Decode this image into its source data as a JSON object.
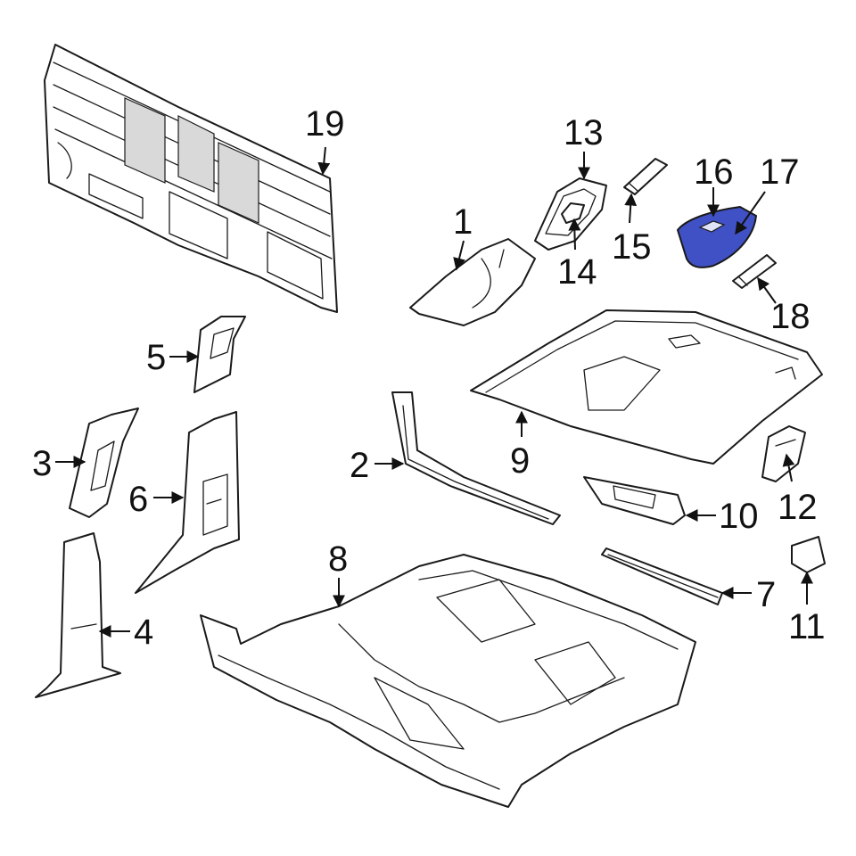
{
  "diagram": {
    "highlight_color": "#3f51c4",
    "highlighted_part": "17",
    "callouts": {
      "c1": "1",
      "c2": "2",
      "c3": "3",
      "c4": "4",
      "c5": "5",
      "c6": "6",
      "c7": "7",
      "c8": "8",
      "c9": "9",
      "c10": "10",
      "c11": "11",
      "c12": "12",
      "c13": "13",
      "c14": "14",
      "c15": "15",
      "c16": "16",
      "c17": "17",
      "c18": "18",
      "c19": "19"
    }
  }
}
